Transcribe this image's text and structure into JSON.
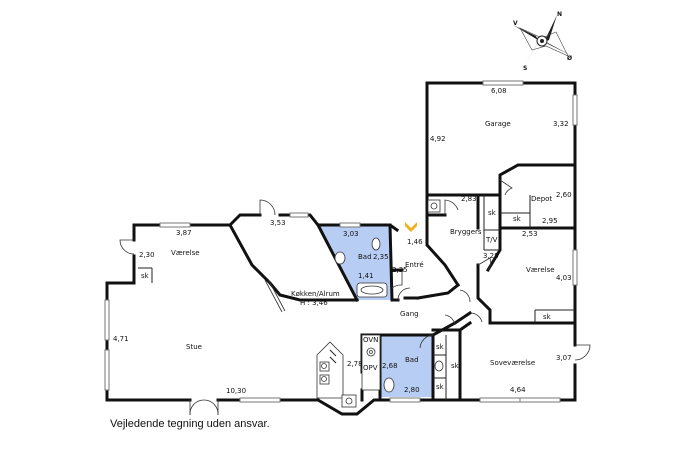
{
  "compass": {
    "n": "N",
    "v": "V",
    "s": "S",
    "o": "Ø"
  },
  "rooms": {
    "garage": {
      "name": "Garage",
      "w": "6,08",
      "h": "3,32",
      "side": "4,92"
    },
    "depot": {
      "name": "Depot",
      "w": "2,95",
      "h": "2,60"
    },
    "bryggers": {
      "name": "Bryggers",
      "w": "2,83",
      "h": "3,28"
    },
    "vaerelse_e": {
      "name": "Værelse",
      "w": "2,53",
      "h": "4,03"
    },
    "vaerelse_w": {
      "name": "Værelse",
      "w": "3,87",
      "h": "2,30"
    },
    "bad_n": {
      "name": "Bad",
      "w": "3,03",
      "h": "2,35",
      "extra1": "1,41",
      "extra2": "2,35"
    },
    "entre": {
      "name": "Entré",
      "w": "1,46"
    },
    "kokken": {
      "name": "Køkken/Alrum",
      "height_label": "H : 3,46",
      "w": "3,53"
    },
    "gang": {
      "name": "Gang"
    },
    "stue": {
      "name": "Stue",
      "w": "10,30",
      "h": "4,71"
    },
    "bad_s": {
      "name": "Bad",
      "w": "2,80",
      "h": "2,68"
    },
    "sovevaerelse": {
      "name": "Soveværelse",
      "w": "4,64",
      "h": "3,07"
    },
    "kitchen_depth": "2,78"
  },
  "labels": {
    "sk": "sk",
    "tv": "T/V",
    "ovn": "OVN",
    "opv": "OPV"
  },
  "caption": "Vejledende tegning uden ansvar.",
  "colors": {
    "bath": "#b7cdf3",
    "entrance_arrow": "#f0b020"
  }
}
